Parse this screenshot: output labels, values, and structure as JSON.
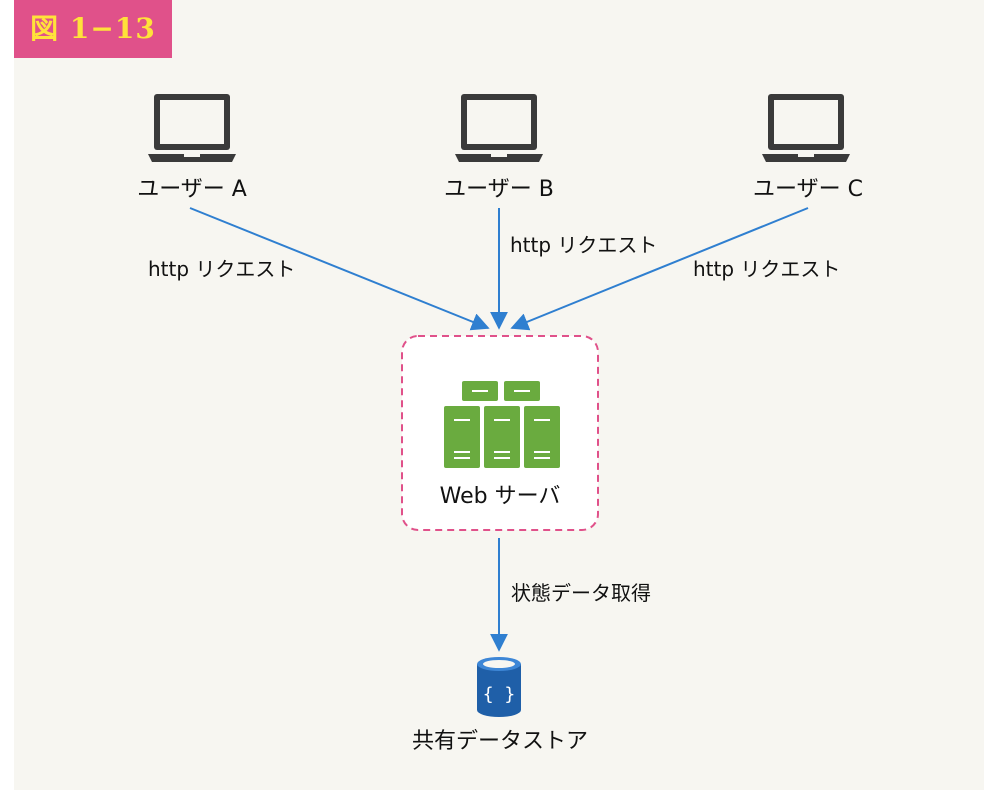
{
  "figure_label": "図 1−13",
  "users": [
    {
      "label": "ユーザー A",
      "request_label": "http リクエスト"
    },
    {
      "label": "ユーザー B",
      "request_label": "http リクエスト"
    },
    {
      "label": "ユーザー C",
      "request_label": "http リクエスト"
    }
  ],
  "web_server": {
    "label": "Web サーバ"
  },
  "state_fetch_label": "状態データ取得",
  "datastore": {
    "label": "共有データストア",
    "icon_glyph": "{ }"
  },
  "colors": {
    "arrow": "#2f7fd0",
    "server_green": "#6aab3f",
    "dashed_border": "#e0518a",
    "laptop": "#3a3a3a",
    "datastore_blue": "#1f5fa8"
  }
}
